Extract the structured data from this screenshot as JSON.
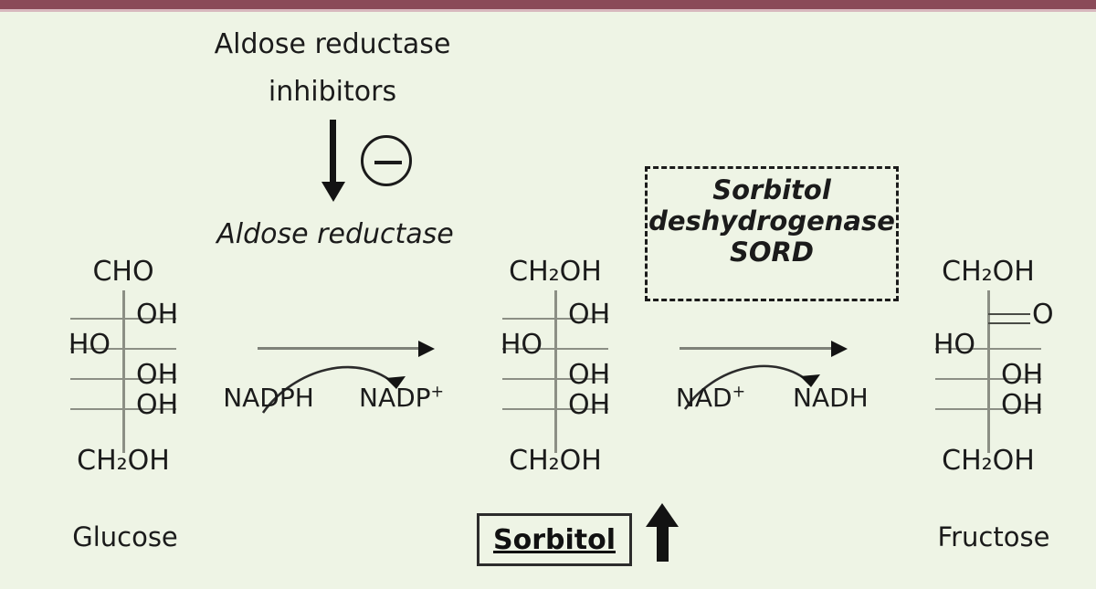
{
  "figure": {
    "title_note": "Polyol (sorbitol) pathway of glucose metabolism",
    "background_color": "#eef4e5",
    "accent_bar_color": "#8a4a58",
    "accent_bar_underline_color": "#d8b8be"
  },
  "inhibitor": {
    "line1": "Aldose reductase",
    "line2": "inhibitors",
    "symbol": "−",
    "symbol_name": "minus-sign"
  },
  "enzymes": {
    "aldose_reductase": "Aldose reductase",
    "sord_line1": "Sorbitol",
    "sord_line2": "deshydrogenase",
    "sord_line3": "SORD"
  },
  "molecules": [
    {
      "id": "glucose",
      "name": "Glucose",
      "top_group": "CHO",
      "bottom_group": "CH₂OH",
      "substituents": [
        {
          "side": "right",
          "label": "OH"
        },
        {
          "side": "left",
          "label": "HO"
        },
        {
          "side": "right",
          "label": "OH"
        },
        {
          "side": "right",
          "label": "OH"
        }
      ]
    },
    {
      "id": "sorbitol",
      "name": "Sorbitol",
      "top_group": "CH₂OH",
      "bottom_group": "CH₂OH",
      "substituents": [
        {
          "side": "right",
          "label": "OH"
        },
        {
          "side": "left",
          "label": "HO"
        },
        {
          "side": "right",
          "label": "OH"
        },
        {
          "side": "right",
          "label": "OH"
        }
      ]
    },
    {
      "id": "fructose",
      "name": "Fructose",
      "top_group": "CH₂OH",
      "bottom_group": "CH₂OH",
      "substituents": [
        {
          "side": "right",
          "label": "O",
          "bond": "double"
        },
        {
          "side": "left",
          "label": "HO"
        },
        {
          "side": "right",
          "label": "OH"
        },
        {
          "side": "right",
          "label": "OH"
        }
      ]
    }
  ],
  "reactions": [
    {
      "id": "reaction-1",
      "cofactor_in": "NADPH",
      "cofactor_out": "NADP",
      "cofactor_out_sup": "+"
    },
    {
      "id": "reaction-2",
      "cofactor_in": "NAD",
      "cofactor_in_sup": "+",
      "cofactor_out": "NADH",
      "cofactor_out_sup": ""
    }
  ],
  "highlight": {
    "label": "Sorbitol",
    "trend_arrow": "up",
    "trend_arrow_name": "increase-arrow"
  }
}
